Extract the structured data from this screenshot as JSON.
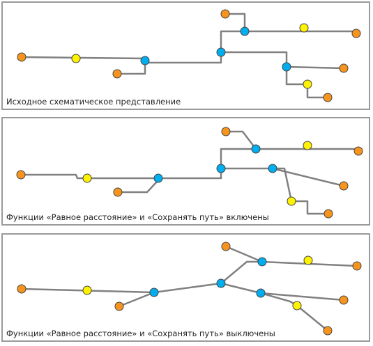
{
  "colors": {
    "endpoint": "#f7941d",
    "junction": "#00aeef",
    "midpoint": "#fff200",
    "link": "#808080",
    "outline": "#444444"
  },
  "panels": [
    {
      "caption": "Исходное схематическое представление",
      "nodes": [
        {
          "id": "A",
          "type": "endpoint"
        },
        {
          "id": "B",
          "type": "midpoint"
        },
        {
          "id": "C",
          "type": "junction"
        },
        {
          "id": "D",
          "type": "endpoint"
        },
        {
          "id": "E",
          "type": "junction"
        },
        {
          "id": "F",
          "type": "junction"
        },
        {
          "id": "G",
          "type": "endpoint"
        },
        {
          "id": "H",
          "type": "midpoint"
        },
        {
          "id": "I",
          "type": "endpoint"
        },
        {
          "id": "J",
          "type": "junction"
        },
        {
          "id": "K",
          "type": "endpoint"
        },
        {
          "id": "L",
          "type": "midpoint"
        },
        {
          "id": "M",
          "type": "endpoint"
        }
      ],
      "links": [
        [
          "A",
          "C"
        ],
        [
          "C",
          "D"
        ],
        [
          "C",
          "E"
        ],
        [
          "E",
          "F"
        ],
        [
          "F",
          "G"
        ],
        [
          "F",
          "I"
        ],
        [
          "E",
          "J"
        ],
        [
          "J",
          "K"
        ],
        [
          "J",
          "M"
        ]
      ]
    },
    {
      "caption": "Функции «Равное расстояние» и «Сохранять путь» включены",
      "nodes": [
        {
          "id": "A",
          "type": "endpoint"
        },
        {
          "id": "B",
          "type": "midpoint"
        },
        {
          "id": "C",
          "type": "junction"
        },
        {
          "id": "D",
          "type": "endpoint"
        },
        {
          "id": "E",
          "type": "junction"
        },
        {
          "id": "F",
          "type": "junction"
        },
        {
          "id": "G",
          "type": "endpoint"
        },
        {
          "id": "H",
          "type": "midpoint"
        },
        {
          "id": "I",
          "type": "endpoint"
        },
        {
          "id": "J",
          "type": "junction"
        },
        {
          "id": "K",
          "type": "endpoint"
        },
        {
          "id": "L",
          "type": "midpoint"
        },
        {
          "id": "M",
          "type": "endpoint"
        }
      ],
      "links": [
        [
          "A",
          "C"
        ],
        [
          "C",
          "D"
        ],
        [
          "C",
          "E"
        ],
        [
          "E",
          "F"
        ],
        [
          "F",
          "G"
        ],
        [
          "F",
          "I"
        ],
        [
          "E",
          "J"
        ],
        [
          "J",
          "K"
        ],
        [
          "J",
          "M"
        ]
      ]
    },
    {
      "caption": "Функции «Равное расстояние» и «Сохранять путь» выключены",
      "nodes": [
        {
          "id": "A",
          "type": "endpoint"
        },
        {
          "id": "B",
          "type": "midpoint"
        },
        {
          "id": "C",
          "type": "junction"
        },
        {
          "id": "D",
          "type": "endpoint"
        },
        {
          "id": "E",
          "type": "junction"
        },
        {
          "id": "F",
          "type": "junction"
        },
        {
          "id": "G",
          "type": "endpoint"
        },
        {
          "id": "H",
          "type": "midpoint"
        },
        {
          "id": "I",
          "type": "endpoint"
        },
        {
          "id": "J",
          "type": "junction"
        },
        {
          "id": "K",
          "type": "endpoint"
        },
        {
          "id": "L",
          "type": "midpoint"
        },
        {
          "id": "M",
          "type": "endpoint"
        }
      ],
      "links": [
        [
          "A",
          "C"
        ],
        [
          "C",
          "D"
        ],
        [
          "C",
          "E"
        ],
        [
          "E",
          "F"
        ],
        [
          "F",
          "G"
        ],
        [
          "F",
          "I"
        ],
        [
          "E",
          "J"
        ],
        [
          "J",
          "K"
        ],
        [
          "J",
          "M"
        ]
      ]
    }
  ]
}
